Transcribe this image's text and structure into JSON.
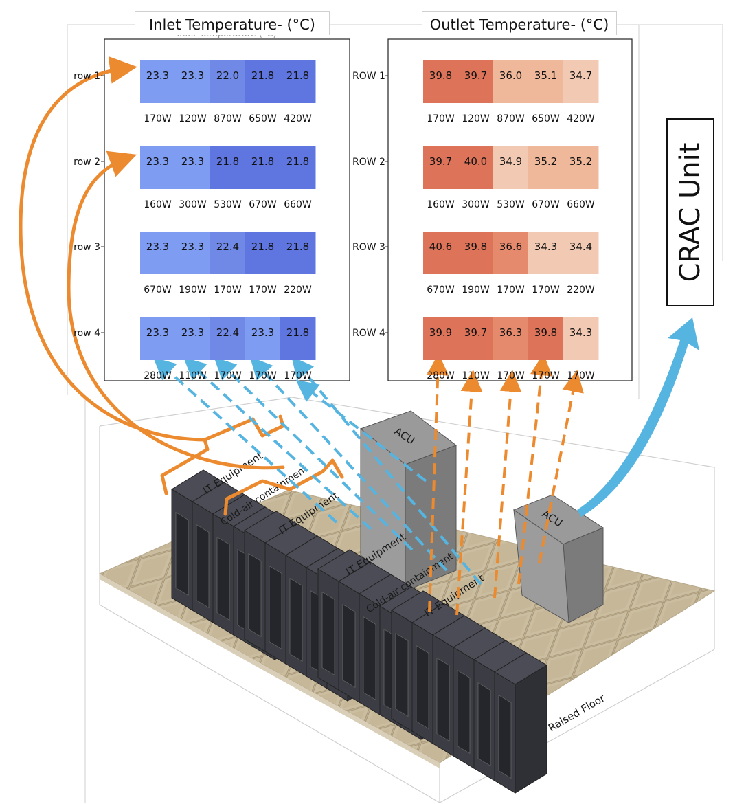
{
  "titles": {
    "inlet": "Inlet Temperature- (°C)",
    "outlet": "Outlet Temperature- (°C)"
  },
  "inlet_rows": [
    {
      "label": "row 1",
      "temps": [
        "23.3",
        "23.3",
        "22.0",
        "21.8",
        "21.8"
      ],
      "powers": [
        "170W",
        "120W",
        "870W",
        "650W",
        "420W"
      ]
    },
    {
      "label": "row 2",
      "temps": [
        "23.3",
        "23.3",
        "21.8",
        "21.8",
        "21.8"
      ],
      "powers": [
        "160W",
        "300W",
        "530W",
        "670W",
        "660W"
      ]
    },
    {
      "label": "row 3",
      "temps": [
        "23.3",
        "23.3",
        "22.4",
        "21.8",
        "21.8"
      ],
      "powers": [
        "670W",
        "190W",
        "170W",
        "170W",
        "220W"
      ]
    },
    {
      "label": "row 4",
      "temps": [
        "23.3",
        "23.3",
        "22.4",
        "23.3",
        "21.8"
      ],
      "powers": [
        "280W",
        "110W",
        "170W",
        "170W",
        "170W"
      ]
    }
  ],
  "outlet_rows": [
    {
      "label": "ROW 1",
      "temps": [
        "39.8",
        "39.7",
        "36.0",
        "35.1",
        "34.7"
      ],
      "powers": [
        "170W",
        "120W",
        "870W",
        "650W",
        "420W"
      ]
    },
    {
      "label": "ROW 2",
      "temps": [
        "39.7",
        "40.0",
        "34.9",
        "35.2",
        "35.2"
      ],
      "powers": [
        "160W",
        "300W",
        "530W",
        "670W",
        "660W"
      ]
    },
    {
      "label": "ROW 3",
      "temps": [
        "40.6",
        "39.8",
        "36.6",
        "34.3",
        "34.4"
      ],
      "powers": [
        "670W",
        "190W",
        "170W",
        "170W",
        "220W"
      ]
    },
    {
      "label": "ROW 4",
      "temps": [
        "39.9",
        "39.7",
        "36.3",
        "39.8",
        "34.3"
      ],
      "powers": [
        "280W",
        "110W",
        "170W",
        "170W",
        "170W"
      ]
    }
  ],
  "scene_labels": {
    "it_equipment": "IT Equipment",
    "cold_air_containment": "Cold-air containment",
    "acu": "ACU",
    "raised_floor": "Raised Floor"
  },
  "crac_unit": "CRAC Unit",
  "colors": {
    "inlet_light": "#7e9cf2",
    "inlet_mid": "#7189e6",
    "inlet_dark": "#5f76e0",
    "outlet_hot": "#dd7358",
    "outlet_warm": "#e68a6d",
    "outlet_mild": "#f0b89a",
    "outlet_cool": "#f2c9b3",
    "orange_arrow": "#ec8a2f",
    "blue_arrow": "#56b4e0",
    "floor": "#c8b99b",
    "rack": "#3c3d44",
    "acu": "#8a8a8a"
  }
}
